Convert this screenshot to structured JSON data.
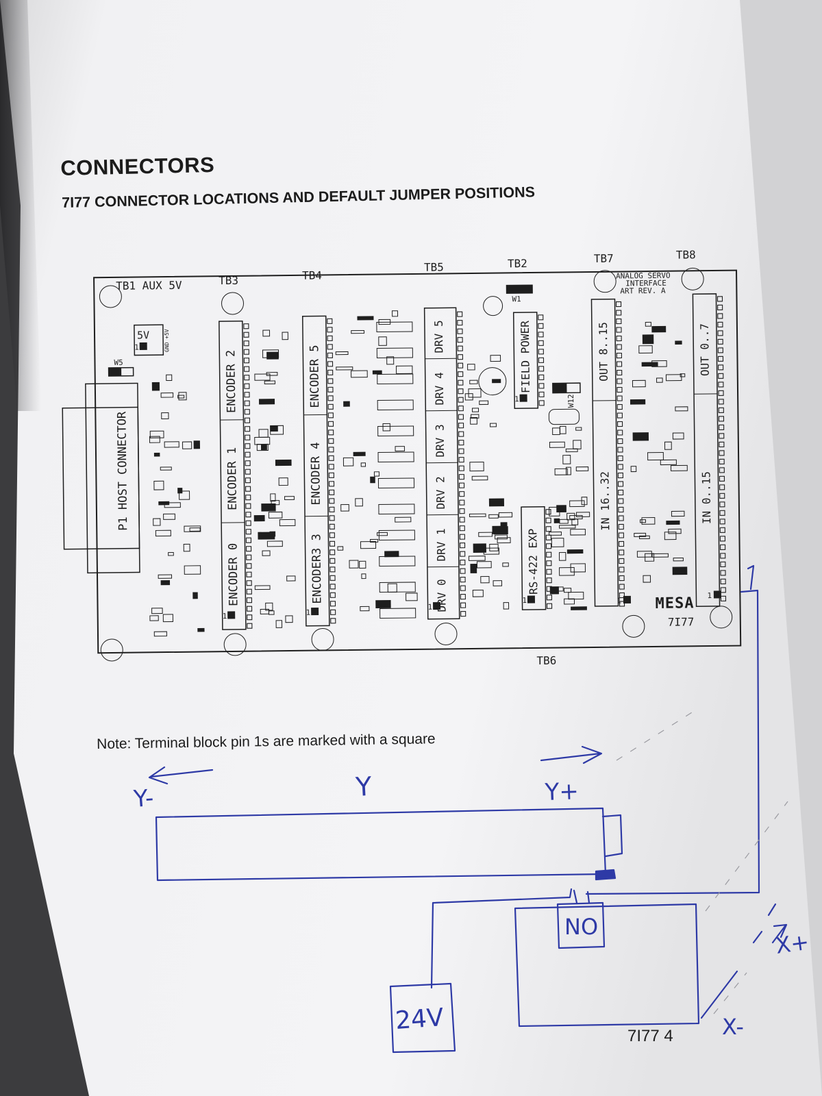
{
  "document": {
    "title": "CONNECTORS",
    "subtitle": "7I77 CONNECTOR LOCATIONS AND DEFAULT JUMPER POSITIONS",
    "note": "Note: Terminal block pin 1s are marked with a square"
  },
  "board": {
    "top_labels": {
      "tb1": "TB1 AUX 5V",
      "tb3": "TB3",
      "tb4": "TB4",
      "tb5": "TB5",
      "tb2": "TB2",
      "tb7": "TB7",
      "tb8": "TB8"
    },
    "bottom_label_tb6": "TB6",
    "host_connector": "P1 HOST CONNECTOR",
    "aux_5v_label": "5V",
    "aux_gnd_label": "GND +5V",
    "w5_label": "W5",
    "encoders": {
      "enc2": "ENCODER 2",
      "enc1": "ENCODER 1",
      "enc0": "ENCODER 0",
      "enc5": "ENCODER 5",
      "enc4": "ENCODER 4",
      "enc3": "ENCODER3 3"
    },
    "drives": {
      "drv5": "DRV 5",
      "drv4": "DRV 4",
      "drv3": "DRV 3",
      "drv2": "DRV 2",
      "drv1": "DRV 1",
      "drv0": "DRV 0"
    },
    "field_power": "FIELD POWER",
    "rs422": "RS-422 EXP",
    "w1_label": "W1",
    "w12_label": "W12",
    "out_8_15": "OUT 8..15",
    "out_0_7": "OUT 0..7",
    "in_16_32": "IN 16..32",
    "in_0_15": "IN 0..15",
    "analog_line1": "ANALOG SERVO",
    "analog_line2": "INTERFACE",
    "analog_line3": "ART REV. A",
    "logo": "MESA",
    "model": "7I77",
    "pin1": "1"
  },
  "handwriting": {
    "y_minus": "Y-",
    "y_axis": "Y",
    "y_plus": "Y+",
    "no_box": "NO",
    "supply": "24V",
    "x_plus": "X+",
    "x_minus": "X-",
    "board_note": "7I77  4"
  },
  "colors": {
    "paper": "#f3f3f4",
    "ink": "#1e1e1e",
    "pen": "#2e3aa6",
    "background": "#3a3a3c"
  }
}
